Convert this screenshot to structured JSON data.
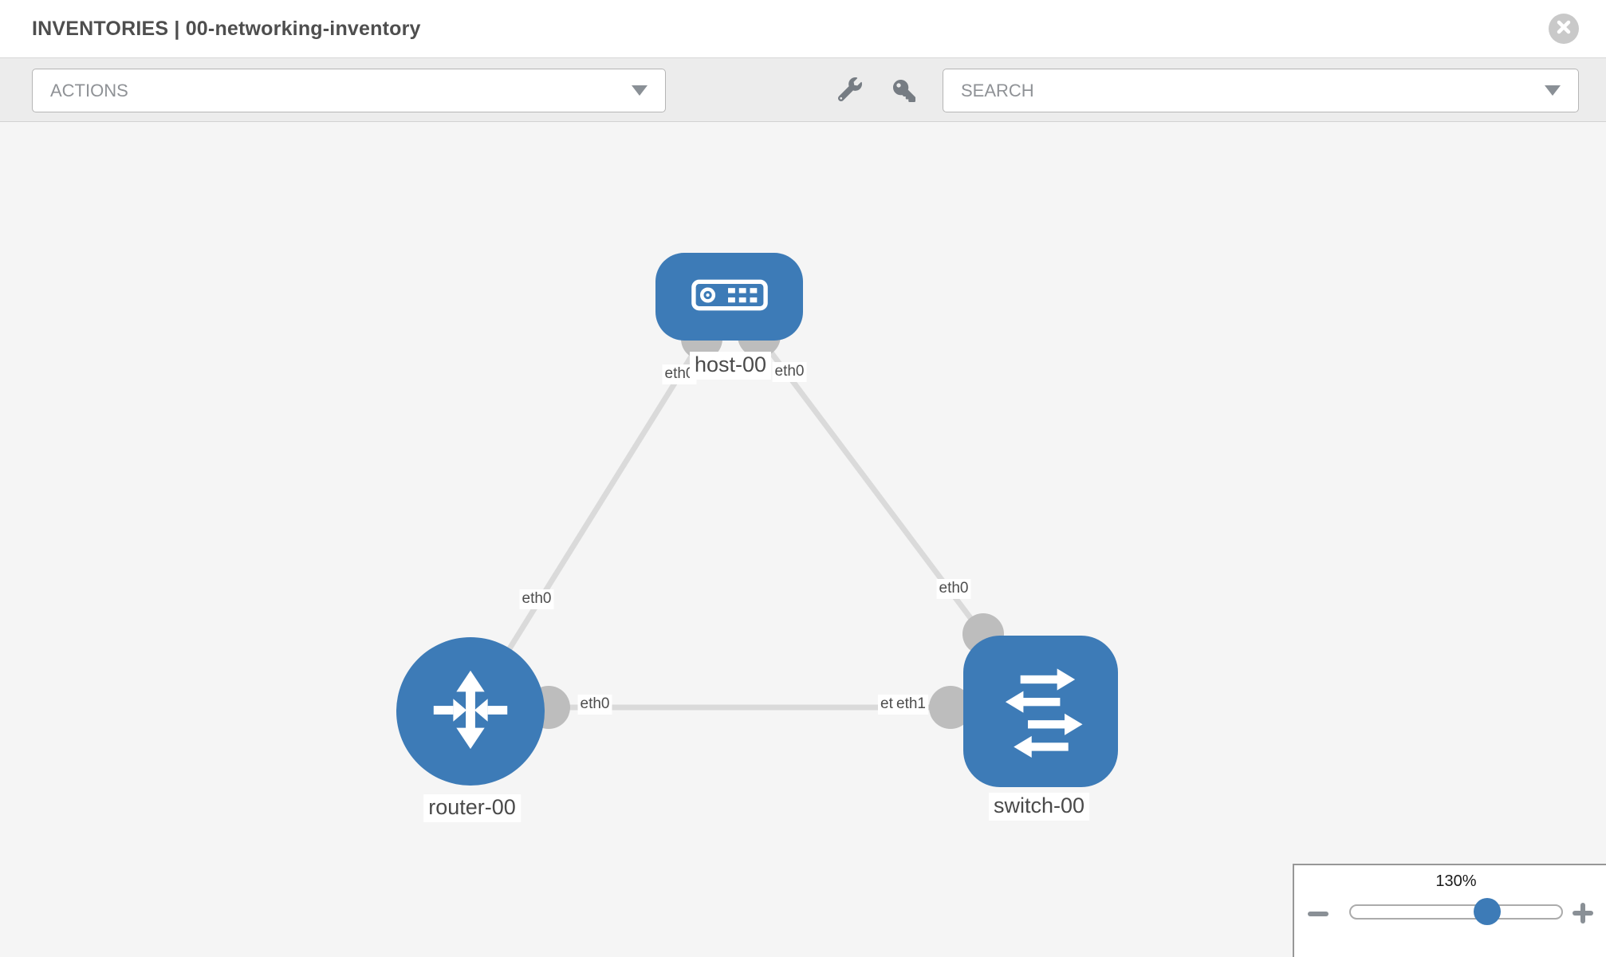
{
  "header": {
    "title": "INVENTORIES | 00-networking-inventory"
  },
  "toolbar": {
    "actions_label": "ACTIONS",
    "search_placeholder": "SEARCH",
    "icons": [
      "wrench-icon",
      "key-icon"
    ]
  },
  "diagram": {
    "nodes": [
      {
        "name": "host-00",
        "type": "host"
      },
      {
        "name": "router-00",
        "type": "router"
      },
      {
        "name": "switch-00",
        "type": "switch"
      }
    ],
    "links": [
      {
        "from": "host-00",
        "to": "router-00",
        "from_if": "eth0",
        "to_if": "eth0"
      },
      {
        "from": "host-00",
        "to": "switch-00",
        "from_if": "eth0",
        "to_if": "eth0"
      },
      {
        "from": "router-00",
        "to": "switch-00",
        "from_if": "eth0",
        "to_if": "eth1"
      }
    ],
    "interface_labels": {
      "host_to_router": "eth0",
      "host_to_switch": "eth0",
      "router_to_host": "eth0",
      "switch_to_host": "eth0",
      "router_to_switch": "eth0",
      "switch_to_router_partial": "etl",
      "switch_to_router": "eth1"
    }
  },
  "zoom_control": {
    "percent": "130%"
  },
  "colors": {
    "node_blue": "#3d7bb7",
    "link_gray": "#dadada",
    "connector_gray": "#bdbdbd",
    "canvas_bg": "#f5f5f5",
    "toolbar_bg": "#ececec"
  }
}
